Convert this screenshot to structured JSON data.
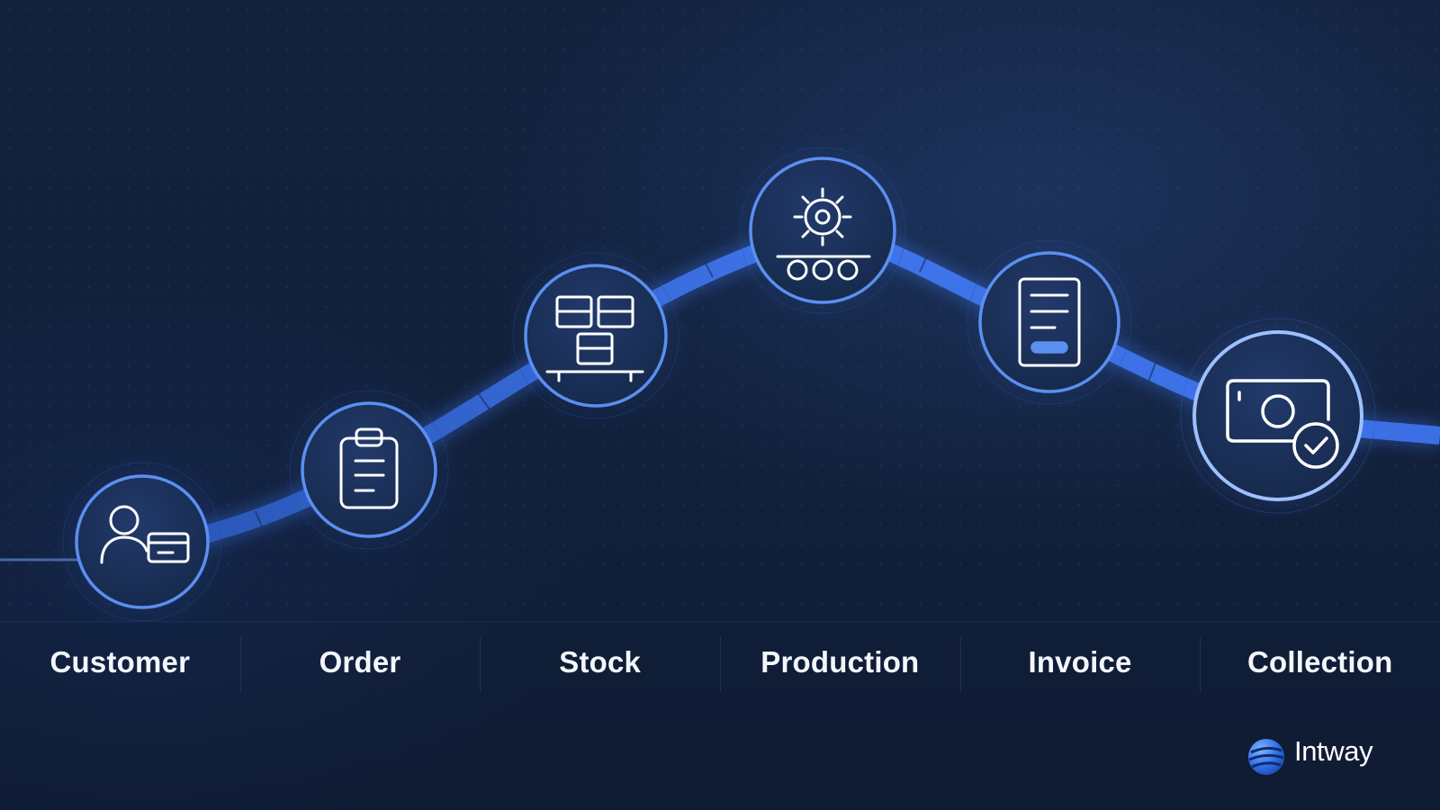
{
  "steps": [
    {
      "label": "Customer",
      "icon": "customer-card-icon"
    },
    {
      "label": "Order",
      "icon": "clipboard-icon"
    },
    {
      "label": "Stock",
      "icon": "stacked-boxes-icon"
    },
    {
      "label": "Production",
      "icon": "gear-conveyor-icon"
    },
    {
      "label": "Invoice",
      "icon": "invoice-document-icon"
    },
    {
      "label": "Collection",
      "icon": "cash-check-icon"
    }
  ],
  "brand": {
    "name": "Intway",
    "logo_icon": "globe-swoosh-icon"
  },
  "colors": {
    "background": "#12203b",
    "path": "#3d72e6",
    "node_ring": "#5b8ff0",
    "node_fill": "#1b2f59",
    "icon_stroke": "#ffffff",
    "label_text": "#f3f6fc"
  }
}
